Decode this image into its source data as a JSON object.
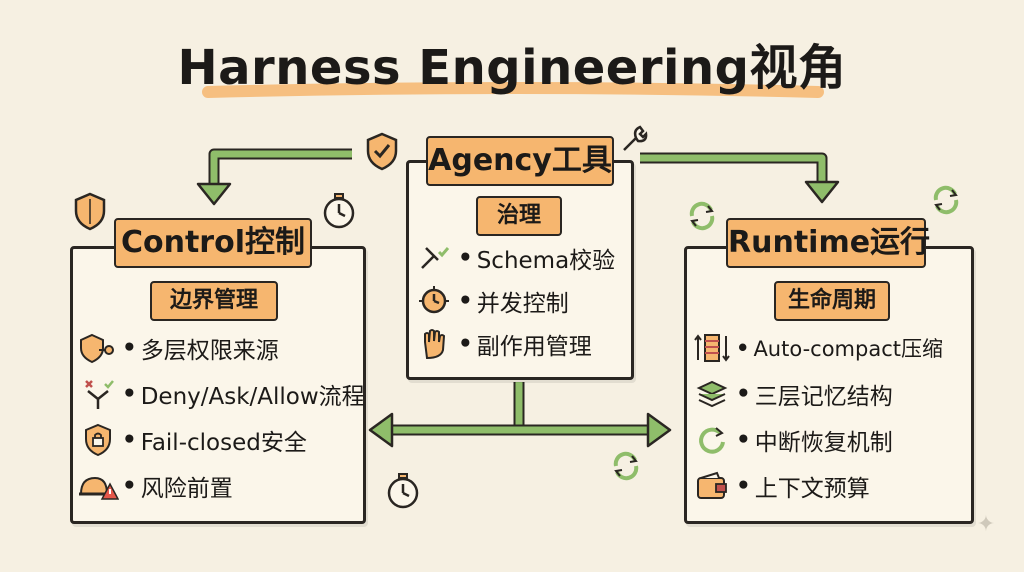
{
  "title": "Harness Engineering视角",
  "agency": {
    "heading": "Agency工具",
    "sub": "治理",
    "items": [
      {
        "icon": "tools-check-icon",
        "text": "Schema校验"
      },
      {
        "icon": "concurrency-clock-icon",
        "text": "并发控制"
      },
      {
        "icon": "hand-stop-icon",
        "text": "副作用管理"
      }
    ]
  },
  "control": {
    "heading": "Control控制",
    "sub": "边界管理",
    "items": [
      {
        "icon": "shield-key-icon",
        "text": "多层权限来源"
      },
      {
        "icon": "decision-branch-icon",
        "text": "Deny/Ask/Allow流程"
      },
      {
        "icon": "lock-shield-icon",
        "text": "Fail-closed安全"
      },
      {
        "icon": "hardhat-warning-icon",
        "text": "风险前置"
      }
    ]
  },
  "runtime": {
    "heading": "Runtime运行",
    "sub": "生命周期",
    "items": [
      {
        "icon": "compress-spring-icon",
        "text": "Auto-compact压缩"
      },
      {
        "icon": "stack-layers-icon",
        "text": "三层记忆结构"
      },
      {
        "icon": "restart-arrow-icon",
        "text": "中断恢复机制"
      },
      {
        "icon": "wallet-icon",
        "text": "上下文预算"
      }
    ]
  },
  "colors": {
    "accent": "#f6b66f",
    "arrow": "#8fbd6a",
    "paper": "#fbf6ea",
    "background": "#f6f0e2",
    "ink": "#2a2622"
  }
}
